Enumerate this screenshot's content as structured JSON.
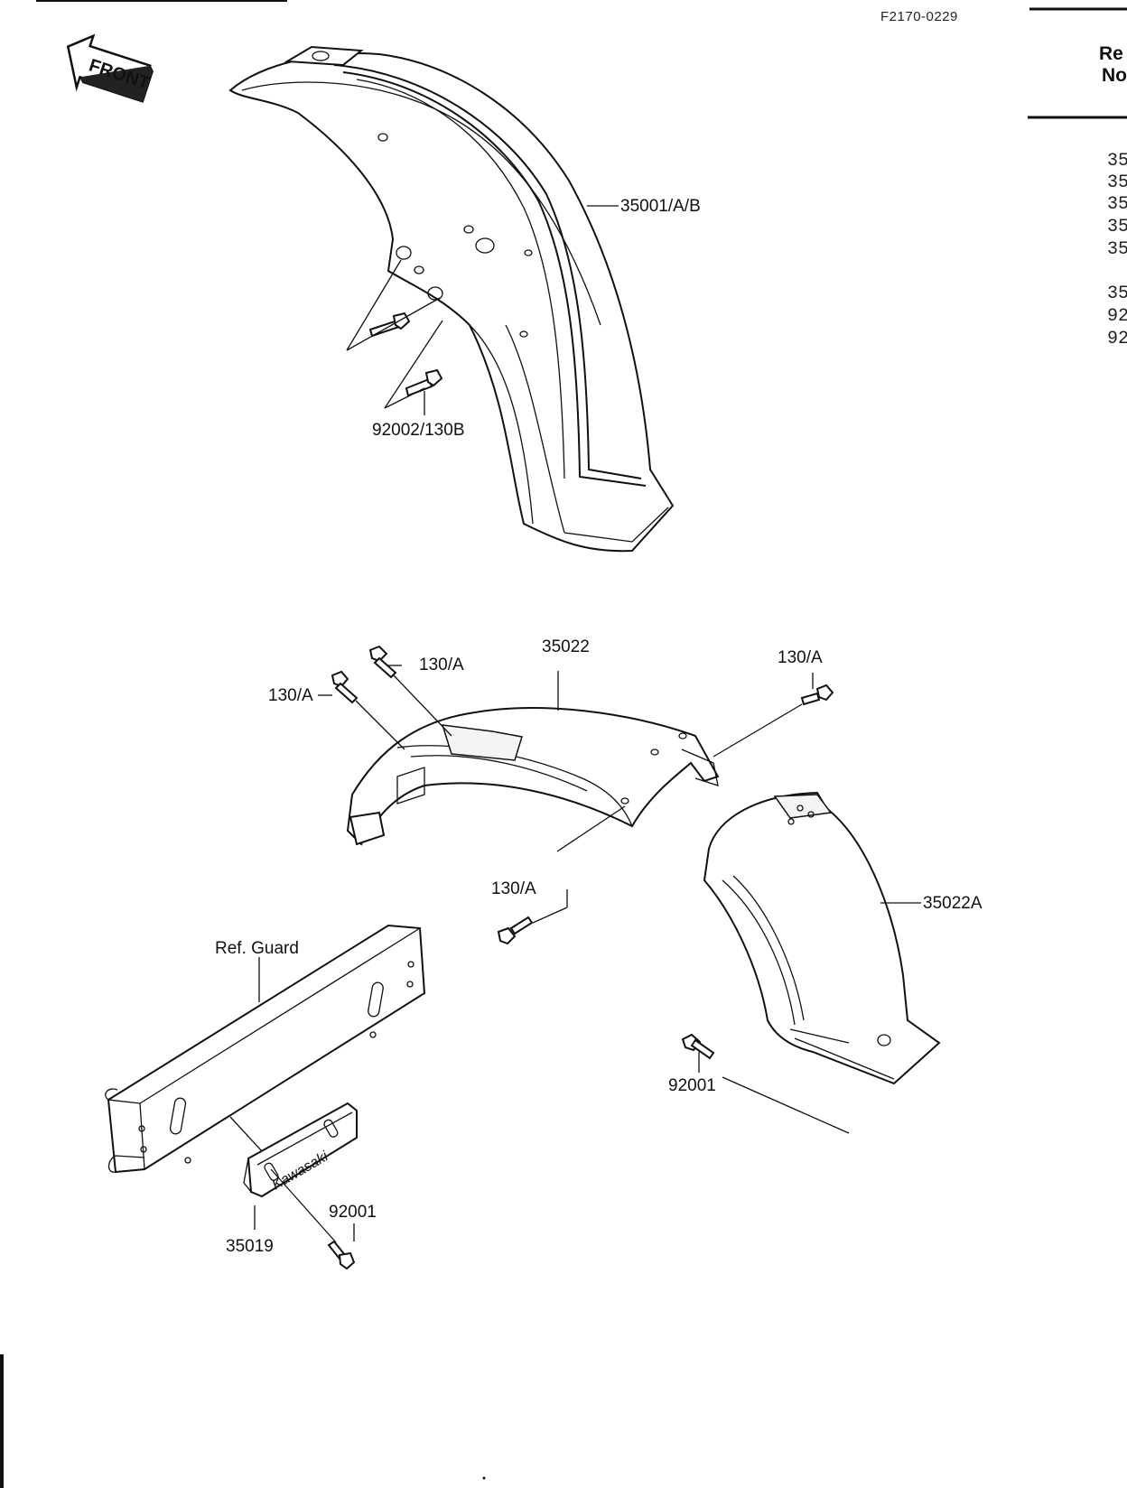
{
  "doc": {
    "code": "F2170-0229",
    "front_label": "FRONT"
  },
  "table_header": {
    "line1": "Re",
    "line2": "No"
  },
  "ref_column": [
    "35",
    "35",
    "35",
    "35",
    "35",
    "35",
    "92",
    "92"
  ],
  "callouts": {
    "front_fender": "35001/A/B",
    "front_bolt": "92002/130B",
    "rear_fender": "35022",
    "bolt_a1": "130/A",
    "bolt_a2": "130/A",
    "bolt_a3": "130/A",
    "bolt_a4": "130/A",
    "flap": "35022A",
    "flap_bolt": "92001",
    "guard": "Ref. Guard",
    "emblem": "35019",
    "emblem_bolt": "92001",
    "emblem_text": "Kawasaki"
  }
}
